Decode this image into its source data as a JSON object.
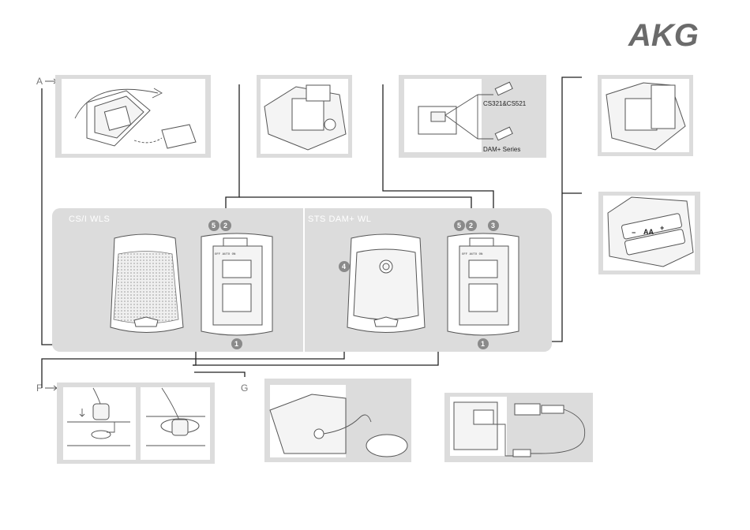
{
  "brand": {
    "logo": "AKG"
  },
  "letters": {
    "a": "A",
    "f": "F",
    "g": "G"
  },
  "devices": {
    "left_title": "CS/I WLS",
    "right_title": "STS DAM+ WL",
    "switch_marks": "OFF AUTO ON",
    "battery_size": "AA",
    "battery_plus": "+",
    "battery_minus": "−"
  },
  "switch_options": {
    "option1": "CS321&CS521",
    "option2": "DAM+ Series"
  },
  "badges": [
    "1",
    "2",
    "3",
    "4",
    "5"
  ],
  "colors": {
    "panel": "#dcdcdc",
    "badge": "#8a8a8a",
    "logo": "#6b6b6b",
    "line": "#222222"
  }
}
